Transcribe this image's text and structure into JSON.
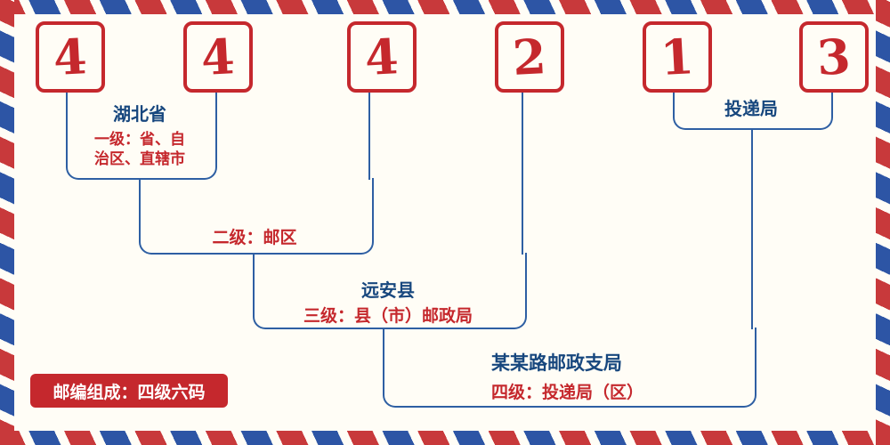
{
  "postal_code": {
    "digits": [
      "4",
      "4",
      "4",
      "2",
      "1",
      "3"
    ]
  },
  "levels": {
    "level1": {
      "place": "湖北省",
      "desc1": "一级：省、自",
      "desc2": "治区、直辖市"
    },
    "level2": {
      "desc": "二级：邮区"
    },
    "level3": {
      "place": "远安县",
      "desc": "三级：县（市）邮政局"
    },
    "level4": {
      "place": "某某路邮政支局",
      "desc": "四级：投递局（区）"
    },
    "delivery": {
      "place": "投递局"
    }
  },
  "badge": {
    "text": "邮编组成：四级六码"
  },
  "colors": {
    "red": "#c5282d",
    "stripe_red": "#c8393b",
    "stripe_blue": "#2d55a5",
    "line_blue": "#2e5fa3",
    "navy_text": "#17477e",
    "background": "#fffdf6"
  }
}
